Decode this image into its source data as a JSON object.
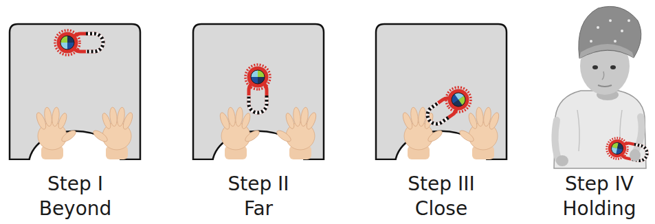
{
  "diagram": {
    "nodes": [
      {
        "text": [
          "Step I",
          "Beyond"
        ]
      },
      {
        "text": [
          "Step II",
          "Far"
        ]
      },
      {
        "text": [
          "Step III",
          "Close"
        ]
      },
      {
        "text": [
          "Step IV",
          "Holding"
        ]
      }
    ]
  }
}
